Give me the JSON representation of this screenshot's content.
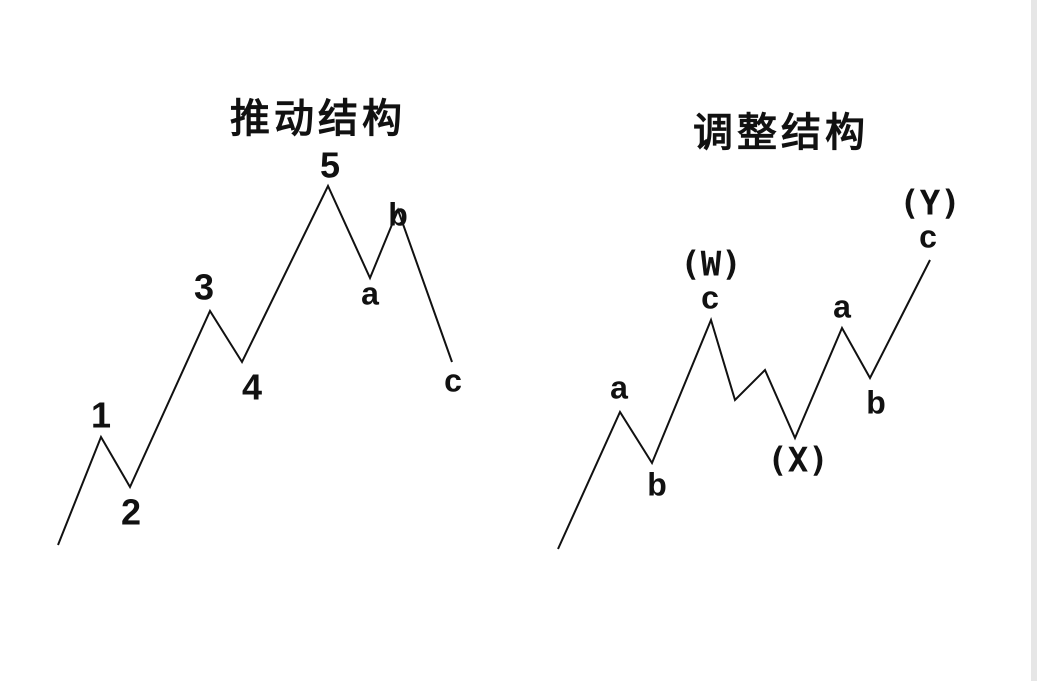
{
  "titles": {
    "impulse": "推动结构",
    "correction": "调整结构"
  },
  "labels": {
    "impulse": {
      "w1": "1",
      "w2": "2",
      "w3": "3",
      "w4": "4",
      "w5": "5",
      "a": "a",
      "b": "b",
      "c": "c"
    },
    "correction": {
      "a1": "a",
      "b1": "b",
      "c1": "c",
      "W": "(W)",
      "X": "(X)",
      "a2": "a",
      "b2": "b",
      "c2": "c",
      "Y": "(Y)"
    }
  },
  "colors": {
    "line": "#111111",
    "background": "#ffffff"
  }
}
